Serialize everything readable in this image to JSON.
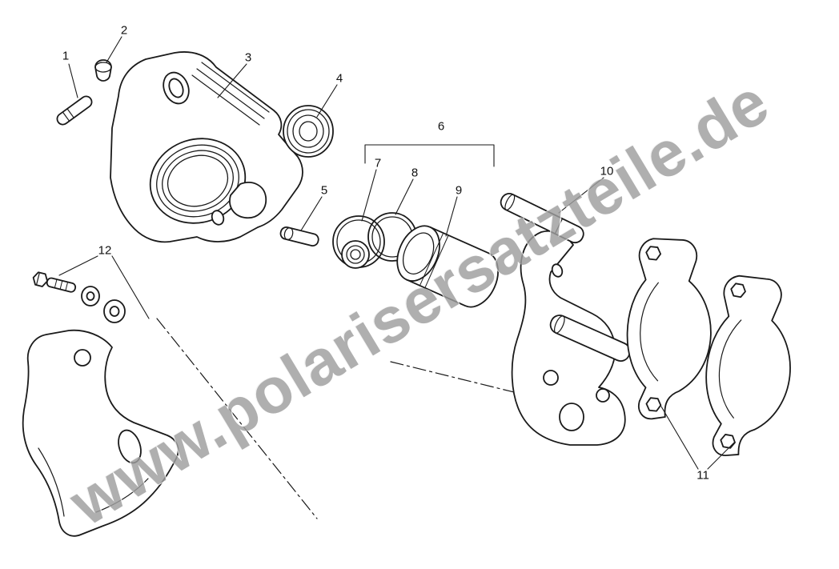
{
  "watermark": {
    "text": "www.polarisersatzteile.de"
  },
  "colors": {
    "line": "#1a1a1a",
    "watermark": "#9e9e9e",
    "background": "#ffffff"
  },
  "diagram": {
    "callouts": {
      "c1": "1",
      "c2": "2",
      "c3": "3",
      "c4": "4",
      "c5": "5",
      "c6": "6",
      "c7": "7",
      "c8": "8",
      "c9": "9",
      "c10": "10",
      "c11": "11",
      "c12": "12"
    }
  }
}
